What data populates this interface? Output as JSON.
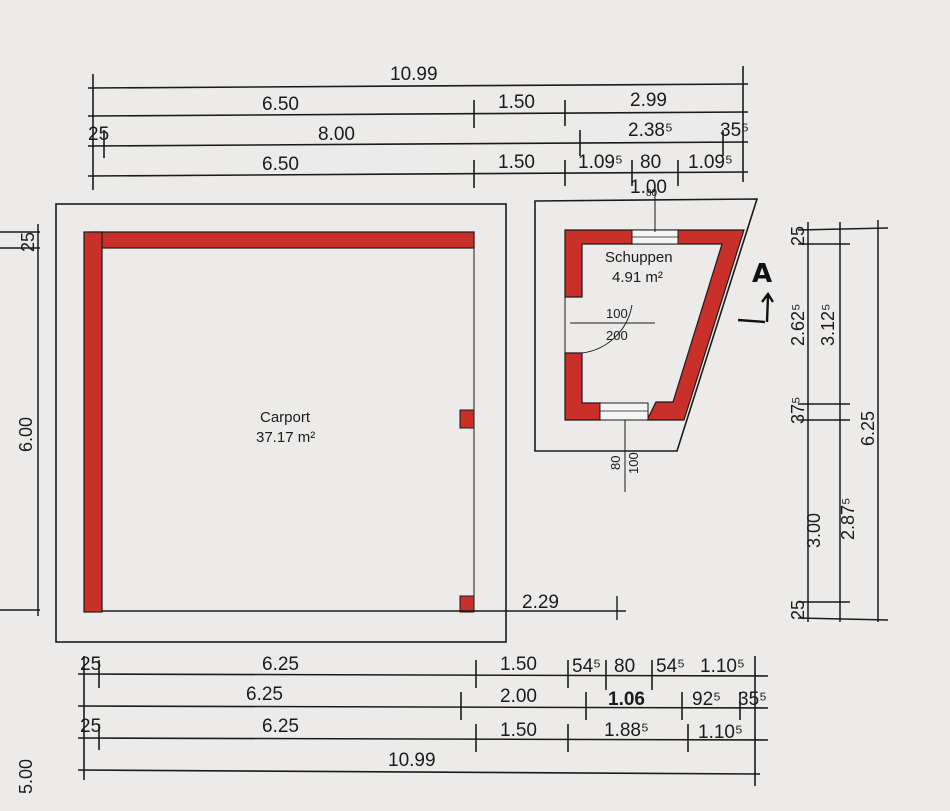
{
  "plan": {
    "rooms": {
      "carport": {
        "name": "Carport",
        "area": "37.17 m²"
      },
      "shed": {
        "name": "Schuppen",
        "area": "4.91 m²"
      }
    },
    "door": {
      "width": "100",
      "height": "200"
    },
    "window_top": {
      "label": "1.00",
      "sub": "80"
    },
    "window_bottom": {
      "a": "80",
      "b": "100"
    },
    "section_marker": "A",
    "top_dims": {
      "row1": [
        "10.99"
      ],
      "row2": [
        "6.50",
        "1.50",
        "2.99"
      ],
      "row3": [
        "25",
        "8.00",
        "2.38⁵",
        "35⁵"
      ],
      "row4": [
        "6.50",
        "1.50",
        "1.09⁵",
        "80",
        "1.09⁵"
      ]
    },
    "bottom_dims": {
      "row1": [
        "25",
        "6.25",
        "1.50",
        "54⁵",
        "80",
        "54⁵",
        "1.10⁵"
      ],
      "row2": [
        "6.25",
        "2.00",
        "1.06",
        "92⁵",
        "35⁵"
      ],
      "row3": [
        "25",
        "6.25",
        "1.50",
        "1.88⁵",
        "1.10⁵"
      ],
      "row4": [
        "10.99"
      ]
    },
    "right_dims": {
      "inner": [
        "25",
        "2.62⁵",
        "37⁵",
        "3.00",
        "25"
      ],
      "middle": [
        "3.12⁵",
        "2.87⁵"
      ],
      "outer": [
        "6.25"
      ]
    },
    "left_dims": [
      "25",
      "6.00",
      "5.00"
    ],
    "extra_dim": "2.29",
    "colors": {
      "wall": "#c9302a",
      "line": "#1b1b1b",
      "paper": "#ecebe9"
    }
  }
}
